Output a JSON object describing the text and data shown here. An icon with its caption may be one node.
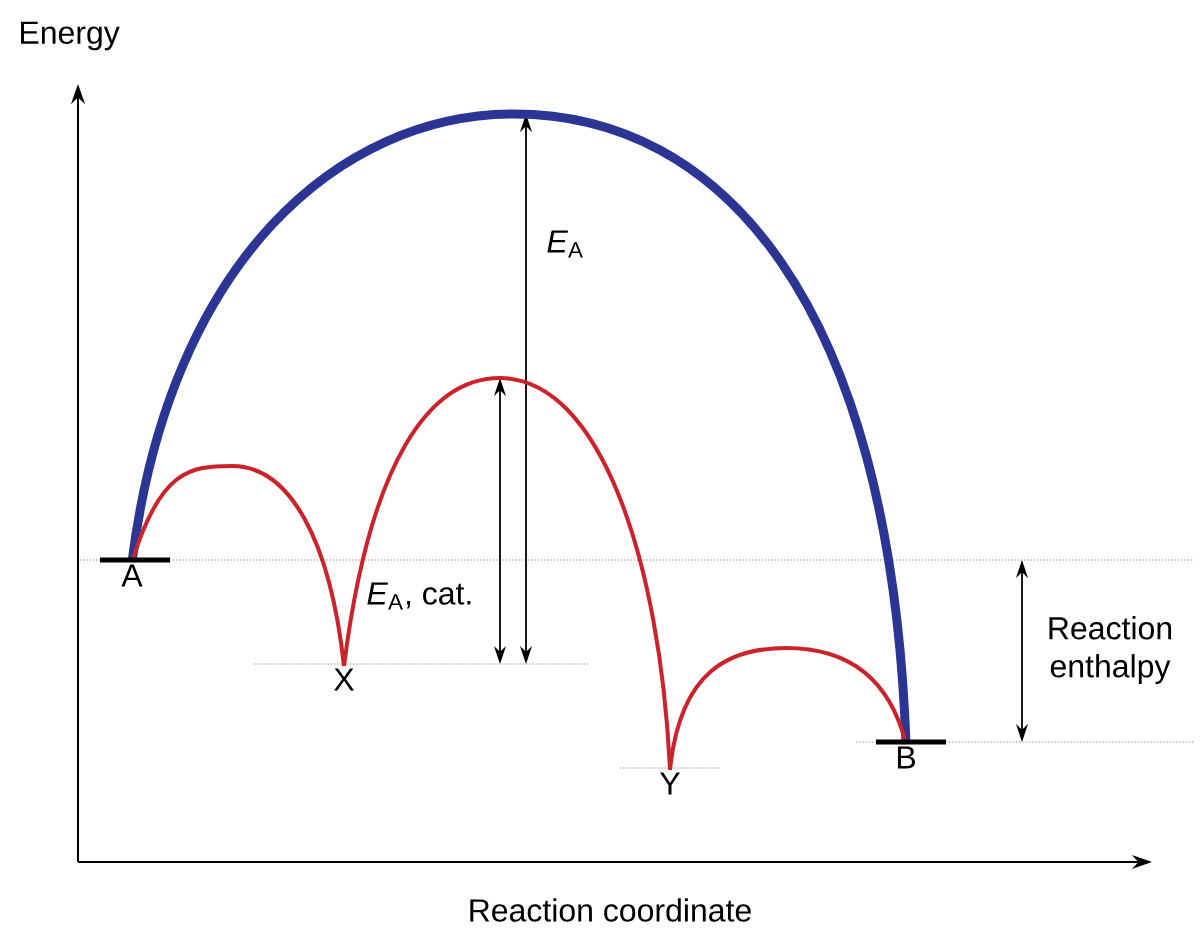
{
  "diagram": {
    "nodes": [
      {
        "text": [
          "A"
        ]
      },
      {
        "text": [
          "X"
        ]
      },
      {
        "text": [
          "Y"
        ]
      },
      {
        "text": [
          "B"
        ]
      }
    ],
    "edges": [
      {
        "from": 0,
        "to": 3,
        "arrow": "none",
        "style": "thick",
        "color": "#2b3594"
      },
      {
        "from": 0,
        "to": 1,
        "arrow": "none"
      },
      {
        "from": 1,
        "to": 2,
        "arrow": "none"
      },
      {
        "from": 2,
        "to": 3,
        "arrow": "none"
      }
    ],
    "labels": [
      "Energy",
      "*E*$_{A}$",
      "*E*$_{A}$, cat.",
      "Reaction enthalpy",
      "Reaction coordinate"
    ]
  }
}
